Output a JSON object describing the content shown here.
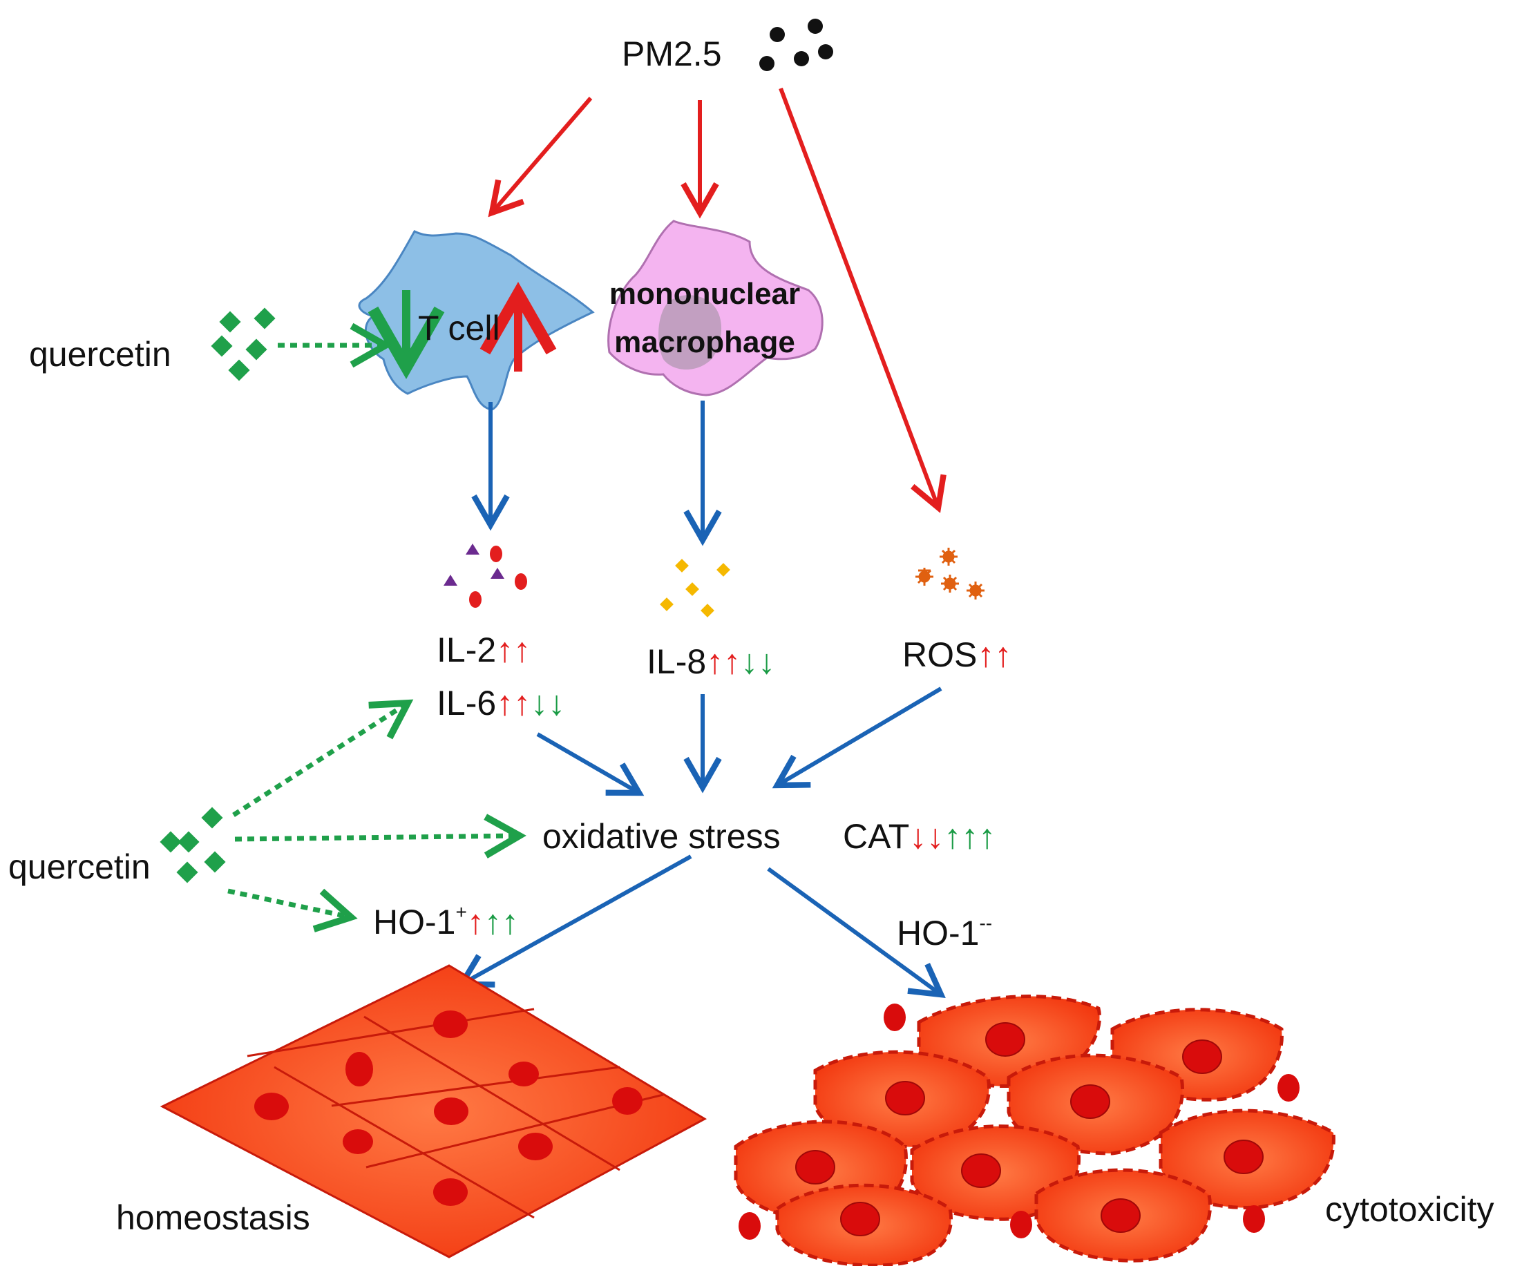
{
  "labels": {
    "pm25": "PM2.5",
    "tcell": "T cell",
    "macrophage_line1": "mononuclear",
    "macrophage_line2": "macrophage",
    "quercetin_top": "quercetin",
    "quercetin_bottom": "quercetin",
    "il2": "IL-2",
    "il6": "IL-6",
    "il8": "IL-8",
    "ros": "ROS",
    "oxidative_stress": "oxidative stress",
    "cat": "CAT",
    "ho1_plus": "HO-1",
    "ho1_plus_sup": "+",
    "ho1_minus": "HO-1",
    "ho1_minus_sup": "--",
    "homeostasis": "homeostasis",
    "cytotoxicity": "cytotoxicity"
  },
  "indicators": {
    "il2": {
      "red": "↑↑",
      "green": ""
    },
    "il6": {
      "red": "↑↑",
      "green": "↓↓"
    },
    "il8": {
      "red": "↑↑",
      "green": "↓↓"
    },
    "ros": {
      "red": "↑↑",
      "green": ""
    },
    "cat": {
      "red": "↓↓",
      "green": "↑↑↑"
    },
    "ho1_plus": {
      "red": "↑",
      "green": "↑↑"
    }
  },
  "colors": {
    "pm_arrow": "#e31e1e",
    "flow_arrow": "#1a63b5",
    "quercetin": "#1fa04a",
    "tcell_fill": "#8dbfe6",
    "macrophage_fill": "#f4b4f0",
    "cell_fill": "#ff4a1c",
    "nucleus": "#d90c0c"
  }
}
